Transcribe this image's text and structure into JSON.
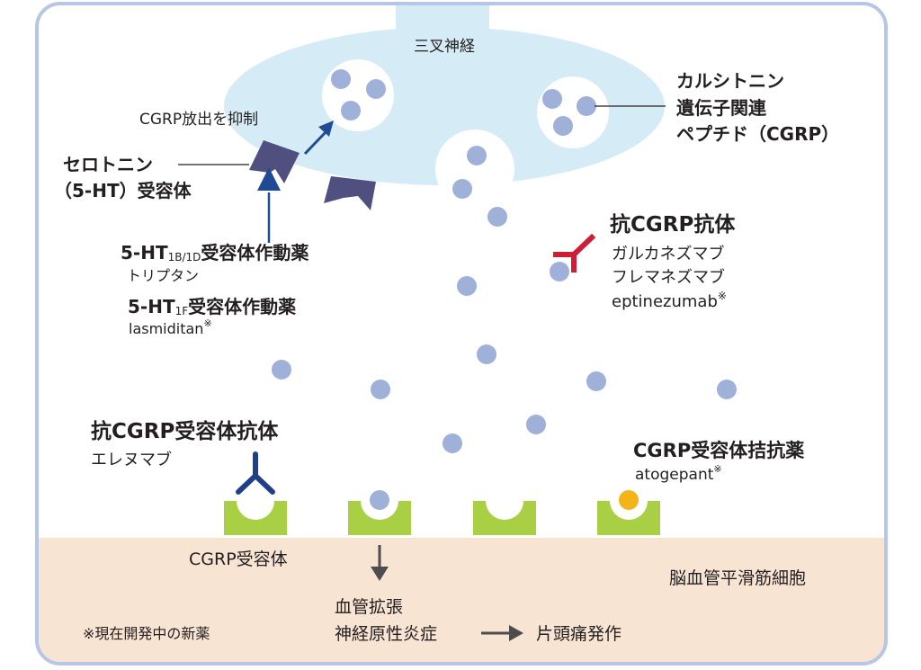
{
  "labels": {
    "trigeminal": "三叉神経",
    "cgrp_name_1": "カルシトニン",
    "cgrp_name_2": "遺伝子関連",
    "cgrp_name_3": "ペプチド（CGRP）",
    "inhibit_release": "CGRP放出を抑制",
    "serotonin_1": "セロトニン",
    "serotonin_2": "（5-HT）受容体",
    "agonist_1b_pre": "5-HT",
    "agonist_1b_sub": "1B/1D",
    "agonist_1b_post": "受容体作動薬",
    "triptan": "トリプタン",
    "agonist_1f_pre": "5-HT",
    "agonist_1f_sub": "1F",
    "agonist_1f_post": "受容体作動薬",
    "lasmiditan": "lasmiditan",
    "note_mark": "※",
    "anti_cgrp_ab": "抗CGRP抗体",
    "galcanezumab": "ガルカネズマブ",
    "fremanezumab": "フレマネズマブ",
    "eptinezumab": "eptinezumab",
    "anti_receptor_ab": "抗CGRP受容体抗体",
    "erenumab": "エレヌマブ",
    "antagonist": "CGRP受容体拮抗薬",
    "atogepant": "atogepant",
    "receptor": "CGRP受容体",
    "smooth_muscle": "脳血管平滑筋細胞",
    "vasodilation": "血管拡張",
    "neuro_inflammation": "神経原性炎症",
    "migraine": "片頭痛発作",
    "footnote": "※現在開発中の新薬"
  },
  "colors": {
    "border": "#b7c6e4",
    "neuron": "#d5ebf5",
    "cgrp_particle": "#9fb1d8",
    "receptor_5ht": "#4f5080",
    "arrow_blue": "#1f4b94",
    "anti_cgrp_ab": "#cc1f36",
    "anti_receptor_ab": "#1f3f8a",
    "cgrp_receptor": "#a9cf45",
    "atogepant": "#f2b418",
    "muscle_cell": "#f8e4d3",
    "arrow_gray": "#4d4d4d"
  }
}
